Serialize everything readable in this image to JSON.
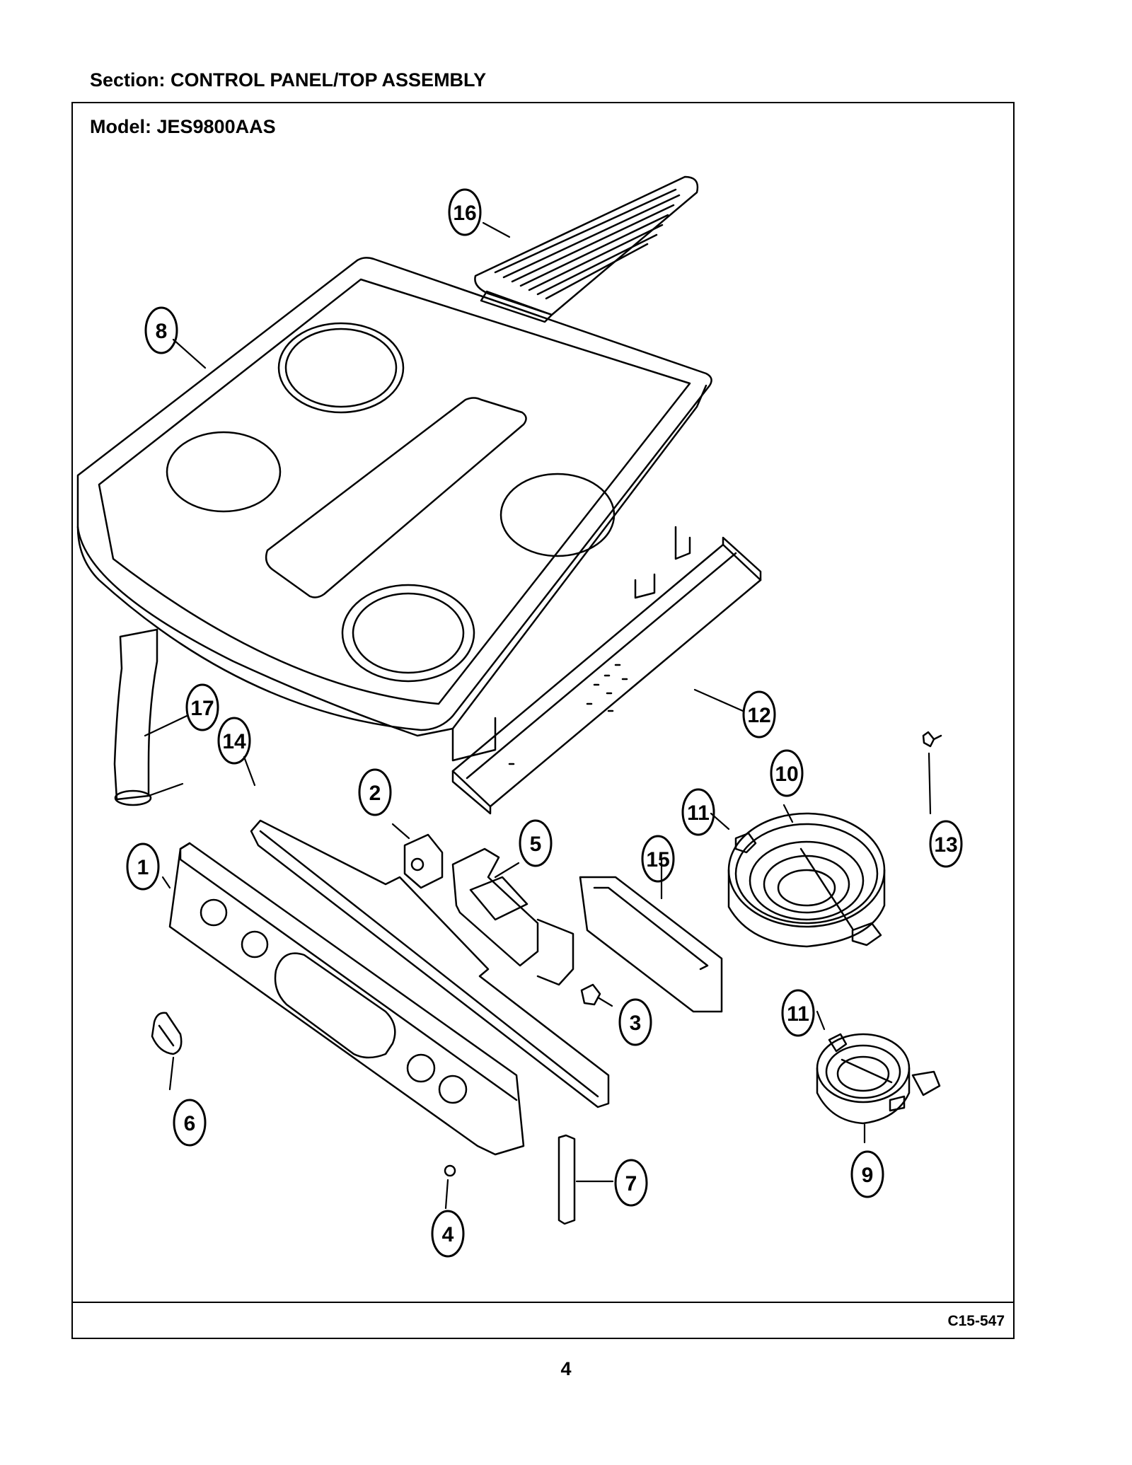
{
  "header": {
    "section_title": "Section:  CONTROL PANEL/TOP ASSEMBLY",
    "model_title": "Model:  JES9800AAS"
  },
  "footer": {
    "diagram_code": "C15-547",
    "page_number": "4"
  },
  "callouts": [
    {
      "id": "1"
    },
    {
      "id": "2"
    },
    {
      "id": "3"
    },
    {
      "id": "4"
    },
    {
      "id": "5"
    },
    {
      "id": "6"
    },
    {
      "id": "7"
    },
    {
      "id": "8"
    },
    {
      "id": "9"
    },
    {
      "id": "10"
    },
    {
      "id": "11"
    },
    {
      "id": "11"
    },
    {
      "id": "12"
    },
    {
      "id": "13"
    },
    {
      "id": "14"
    },
    {
      "id": "15"
    },
    {
      "id": "16"
    },
    {
      "id": "17"
    }
  ]
}
